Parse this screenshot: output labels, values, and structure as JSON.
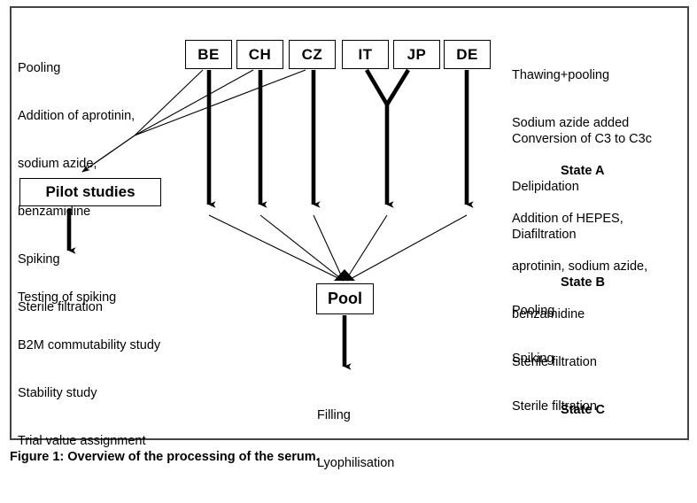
{
  "figure": {
    "caption": "Figure 1: Overview of the processing of the serum.",
    "frame_color": "#444444",
    "line_color": "#000000"
  },
  "left_top_steps": {
    "lines": [
      "Pooling",
      "Addition of aprotinin,",
      "sodium azide,",
      "benzamidine",
      "Spiking",
      "Sterile filtration"
    ]
  },
  "pilot": {
    "box_label": "Pilot studies",
    "outputs": [
      "Testing of spiking",
      "B2M commutability study",
      "Stability study",
      "Trial value assignment"
    ]
  },
  "countries": [
    {
      "code": "BE"
    },
    {
      "code": "CH"
    },
    {
      "code": "CZ"
    },
    {
      "code": "IT"
    },
    {
      "code": "JP"
    },
    {
      "code": "DE"
    }
  ],
  "pool": {
    "box_label": "Pool",
    "outputs": [
      "Filling",
      "Lyophilisation"
    ]
  },
  "right_blocks": [
    {
      "lines": [
        "Thawing+pooling",
        "Sodium azide added"
      ],
      "state": "State A"
    },
    {
      "lines": [
        "Conversion of C3 to C3c",
        "Delipidation",
        "Diafiltration"
      ],
      "state": "State B"
    },
    {
      "lines": [
        "Addition of HEPES,",
        "aprotinin, sodium azide,",
        "benzamidine",
        "Sterile filtration"
      ],
      "state": "State C"
    },
    {
      "lines": [
        "Pooling",
        "Spiking",
        "Sterile filtration"
      ],
      "state": ""
    }
  ]
}
